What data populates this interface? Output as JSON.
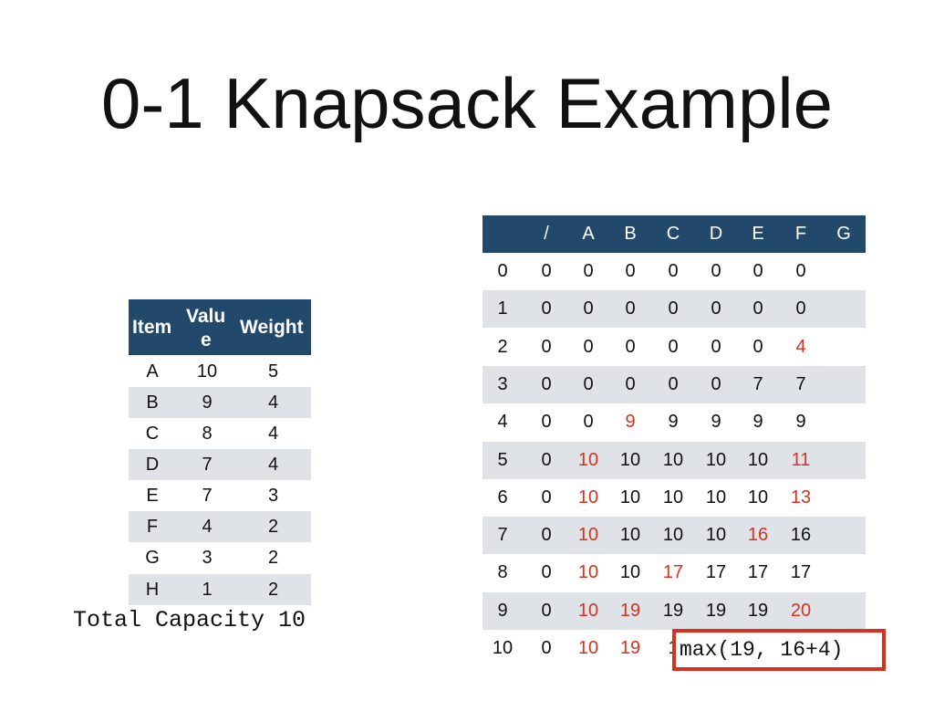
{
  "title": "0-1 Knapsack Example",
  "items_table": {
    "headers": [
      "Item",
      "Valu",
      "e",
      "Weight"
    ],
    "rows": [
      [
        "A",
        "10",
        "5"
      ],
      [
        "B",
        "9",
        "4"
      ],
      [
        "C",
        "8",
        "4"
      ],
      [
        "D",
        "7",
        "4"
      ],
      [
        "E",
        "7",
        "3"
      ],
      [
        "F",
        "4",
        "2"
      ],
      [
        "G",
        "3",
        "2"
      ],
      [
        "H",
        "1",
        "2"
      ]
    ]
  },
  "capacity_label": "Total Capacity 10",
  "dp_table": {
    "headers": [
      "",
      "/",
      "A",
      "B",
      "C",
      "D",
      "E",
      "F",
      "G"
    ],
    "rows": [
      [
        "0",
        "0",
        "0",
        "0",
        "0",
        "0",
        "0",
        "0"
      ],
      [
        "1",
        "0",
        "0",
        "0",
        "0",
        "0",
        "0",
        "0"
      ],
      [
        "2",
        "0",
        "0",
        "0",
        "0",
        "0",
        "0",
        "4"
      ],
      [
        "3",
        "0",
        "0",
        "0",
        "0",
        "0",
        "7",
        "7"
      ],
      [
        "4",
        "0",
        "0",
        "9",
        "9",
        "9",
        "9",
        "9"
      ],
      [
        "5",
        "0",
        "10",
        "10",
        "10",
        "10",
        "10",
        "11"
      ],
      [
        "6",
        "0",
        "10",
        "10",
        "10",
        "10",
        "10",
        "13"
      ],
      [
        "7",
        "0",
        "10",
        "10",
        "10",
        "10",
        "16",
        "16"
      ],
      [
        "8",
        "0",
        "10",
        "10",
        "17",
        "17",
        "17",
        "17"
      ],
      [
        "9",
        "0",
        "10",
        "19",
        "19",
        "19",
        "19",
        "20"
      ],
      [
        "10",
        "0",
        "10",
        "19",
        "1",
        "",
        "",
        ""
      ]
    ],
    "highlight_color": "#d8321e",
    "red_cells": [
      [
        2,
        7
      ],
      [
        4,
        3
      ],
      [
        5,
        2
      ],
      [
        5,
        7
      ],
      [
        6,
        2
      ],
      [
        6,
        7
      ],
      [
        7,
        2
      ],
      [
        7,
        6
      ],
      [
        8,
        2
      ],
      [
        8,
        4
      ],
      [
        9,
        2
      ],
      [
        9,
        3
      ],
      [
        9,
        7
      ],
      [
        10,
        2
      ],
      [
        10,
        3
      ]
    ]
  },
  "callout_text": "max(19, 16+4)",
  "colors": {
    "header_bg": "#22496c",
    "row_shade": "#dfe2e6",
    "accent_red": "#d8321e"
  }
}
